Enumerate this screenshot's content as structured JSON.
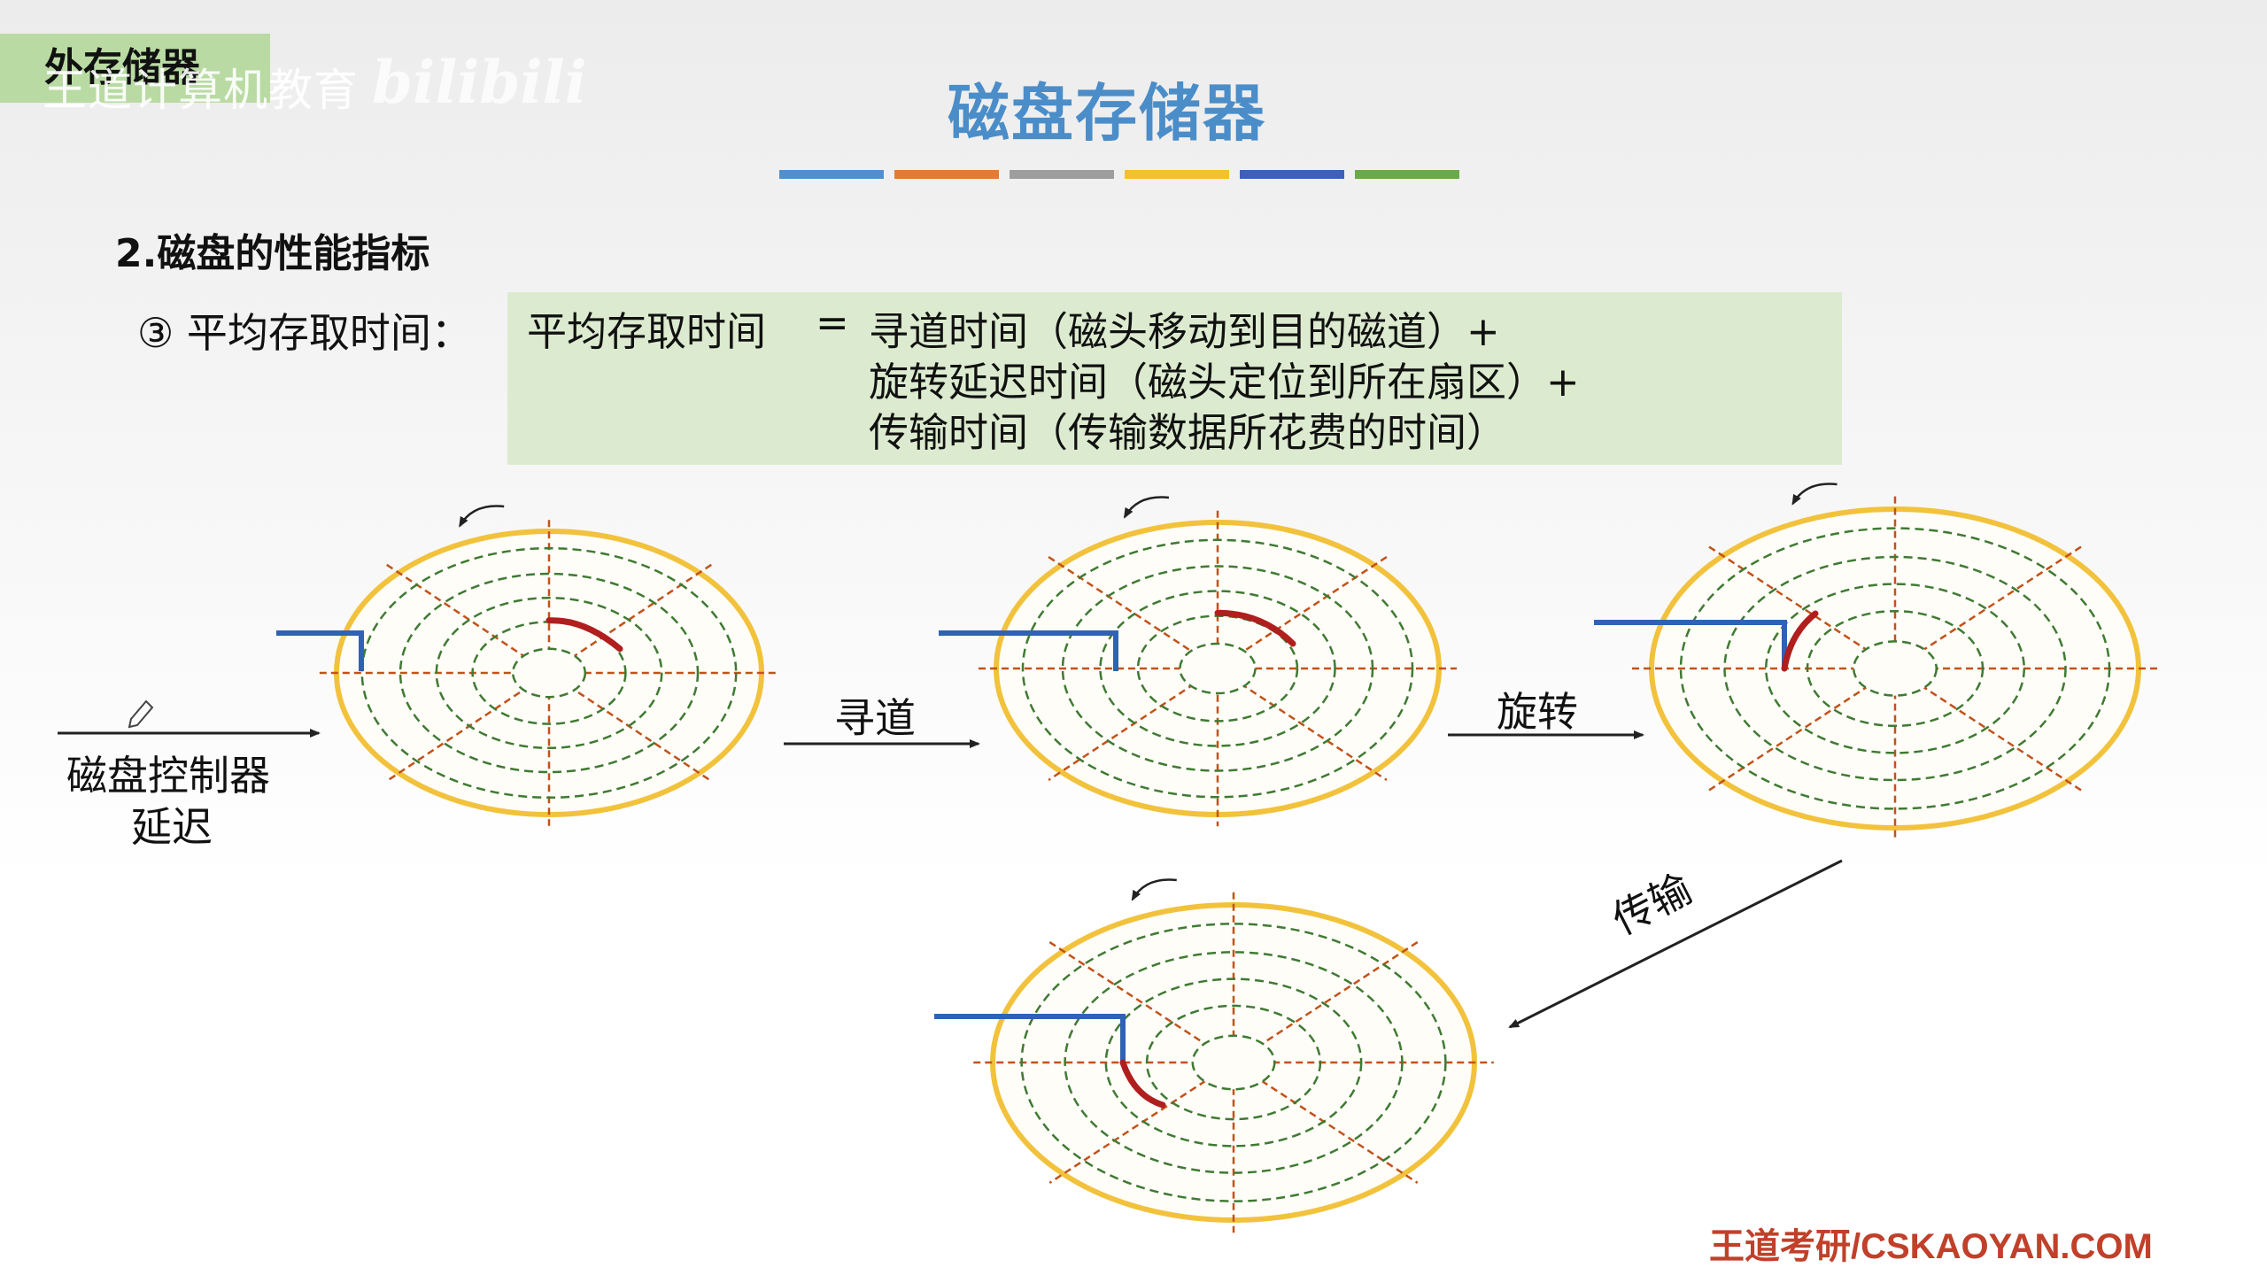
{
  "section_tag": "外存储器",
  "watermark": "王道计算机教育",
  "watermark_logo": "bilibili",
  "title": "磁盘存储器",
  "color_bar": [
    "#4f91cc",
    "#e07b39",
    "#9e9e9e",
    "#f5c02a",
    "#3a63b5",
    "#6aaa48"
  ],
  "section_heading": "2.磁盘的性能指标",
  "item_label": "③ 平均存取时间：",
  "formula": {
    "lhs": "平均存取时间",
    "eq": "=",
    "line1": "寻道时间（磁头移动到目的磁道）+",
    "line2": "旋转延迟时间（磁头定位到所在扇区）+",
    "line3": "传输时间（传输数据所花费的时间）"
  },
  "labels": {
    "controller_line1": "磁盘控制器",
    "controller_line2": "延迟",
    "seek": "寻道",
    "rotate": "旋转",
    "transfer": "传输"
  },
  "colors": {
    "platter_edge": "#f2c23c",
    "track": "#3f7a33",
    "sector": "#c2521a",
    "head": "#2f62b4",
    "target": "#b01e1e"
  },
  "footer": "王道考研/CSKAOYAN.COM"
}
